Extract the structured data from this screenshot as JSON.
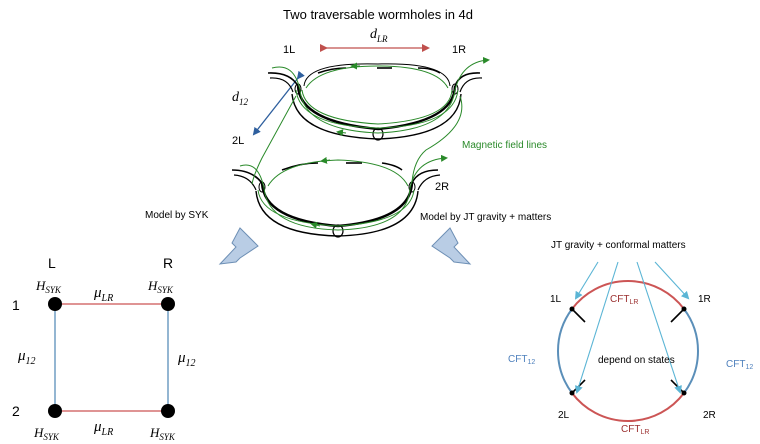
{
  "title": "Two traversable wormholes in 4d",
  "wormholes": {
    "label_1L": "1L",
    "label_1R": "1R",
    "label_2L": "2L",
    "label_2R": "2R",
    "dLR": {
      "base": "d",
      "sub": "LR"
    },
    "d12": {
      "base": "d",
      "sub": "12"
    },
    "field_lines_label": "Magnetic field lines"
  },
  "model_syk": {
    "arrow_label": "Model by SYK",
    "col_L": "L",
    "col_R": "R",
    "row_1": "1",
    "row_2": "2",
    "H_syk": {
      "base": "H",
      "sub": "SYK"
    },
    "mu_LR": {
      "base": "μ",
      "sub": "LR"
    },
    "mu_12": {
      "base": "μ",
      "sub": "12"
    }
  },
  "model_jt": {
    "arrow_label": "Model by JT gravity + matters",
    "header": "JT gravity + conformal matters",
    "label_1L": "1L",
    "label_1R": "1R",
    "label_2L": "2L",
    "label_2R": "2R",
    "cft_LR": {
      "base": "CFT",
      "sub": "LR"
    },
    "cft_12": {
      "base": "CFT",
      "sub": "12"
    },
    "center_text": "depend on states"
  },
  "colors": {
    "red_edge": "#cc5555",
    "blue_edge": "#5b8fb9",
    "field_green": "#2a8a2a",
    "dLR_arrow": "#c0504d",
    "d12_arrow": "#2e5f9e",
    "cft_LR_text": "#9b3030",
    "cft_12_text": "#4f81bd",
    "light_arrow": "#5bb5d5",
    "big_arrow_fill": "#b9cde5",
    "big_arrow_stroke": "#6d8fb5"
  }
}
